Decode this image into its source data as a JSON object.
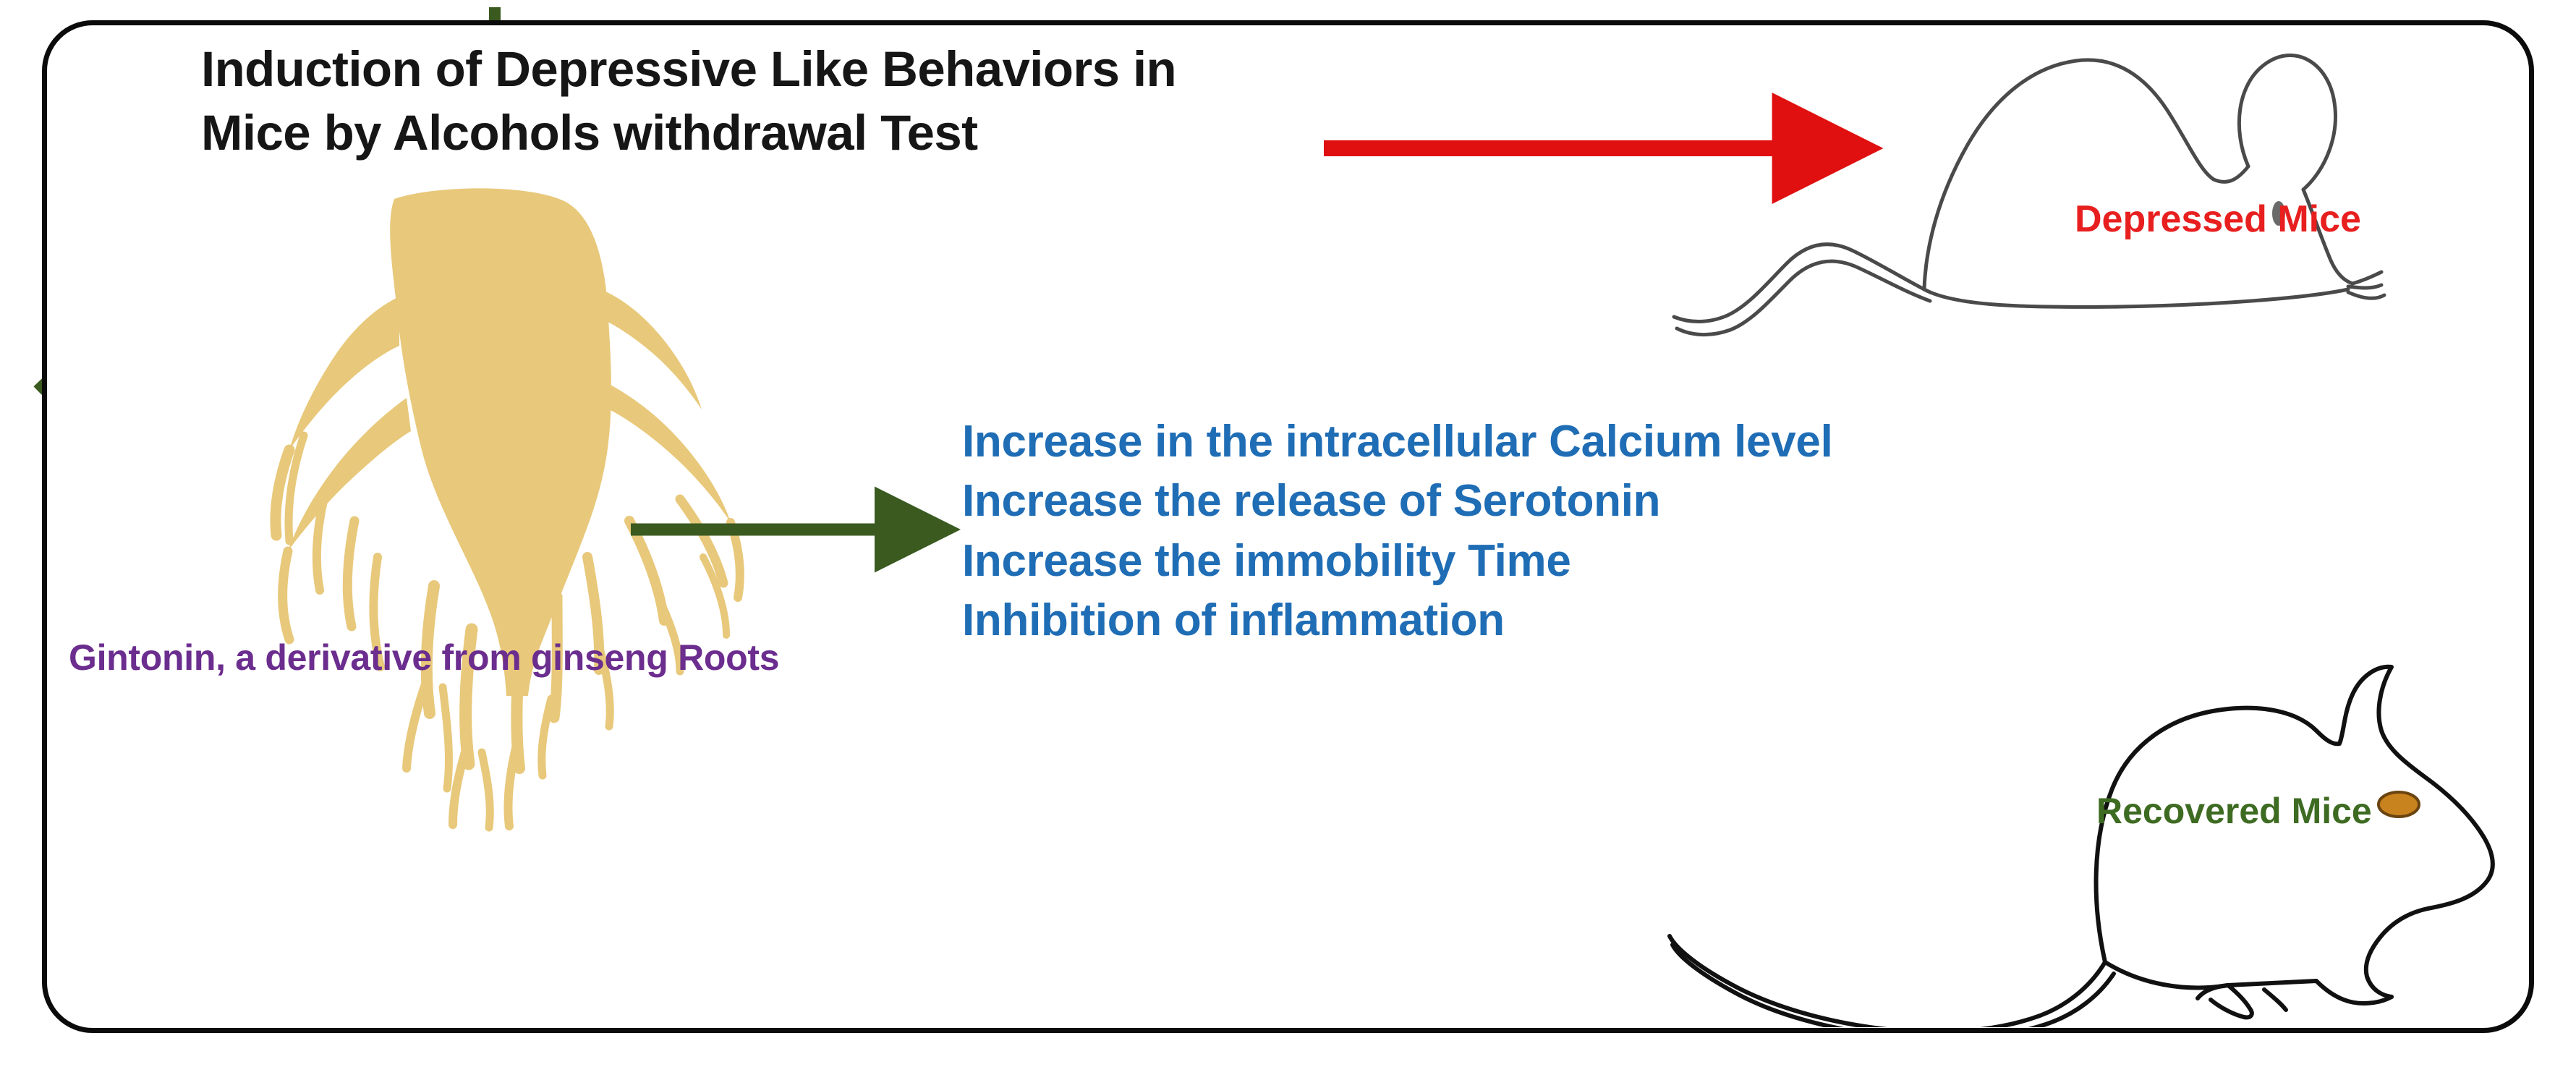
{
  "figure": {
    "type": "graphical-abstract",
    "border_color": "#0b0b0b",
    "background": "#ffffff"
  },
  "title": {
    "line1": "Induction of Depressive Like Behaviors in",
    "line2": "Mice by Alcohols withdrawal Test",
    "color": "#161616"
  },
  "ginseng": {
    "caption": "Gintonin, a derivative from ginseng Roots",
    "caption_color": "#6B2D8E",
    "root_color": "#E8C87A",
    "icon": "ginseng-root-icon"
  },
  "effects": {
    "color": "#1F6DB5",
    "items": [
      "Increase in the intracellular Calcium level",
      "Increase the release of Serotonin",
      "Increase the immobility Time",
      "Inhibition of inflammation"
    ]
  },
  "mice": {
    "depressed": {
      "label": "Depressed Mice",
      "label_color": "#E81F1F",
      "icon": "depressed-mouse-icon"
    },
    "recovered": {
      "label": "Recovered Mice",
      "label_color": "#3E6B22",
      "icon": "recovered-mouse-icon",
      "eye_color": "#C8821E"
    }
  },
  "arrows": {
    "induction": {
      "name": "red-induction-arrow",
      "color": "#E01010",
      "direction": "right"
    },
    "gintonin_to_effects": {
      "name": "green-mechanism-arrow",
      "color": "#3A5A20",
      "direction": "right"
    },
    "inhibition": {
      "name": "green-inhibition-bar",
      "color": "#3A5A20",
      "direction": "up-right-blocked"
    },
    "recovery": {
      "name": "green-recovery-arrow",
      "color": "#3A5A20",
      "direction": "down"
    }
  }
}
